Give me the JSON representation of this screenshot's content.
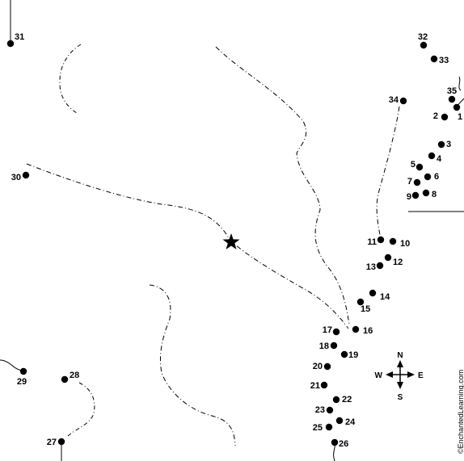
{
  "puzzle": {
    "points": [
      {
        "n": "1"
      },
      {
        "n": "2"
      },
      {
        "n": "3"
      },
      {
        "n": "4"
      },
      {
        "n": "5"
      },
      {
        "n": "6"
      },
      {
        "n": "7"
      },
      {
        "n": "8"
      },
      {
        "n": "9"
      },
      {
        "n": "10"
      },
      {
        "n": "11"
      },
      {
        "n": "12"
      },
      {
        "n": "13"
      },
      {
        "n": "14"
      },
      {
        "n": "15"
      },
      {
        "n": "16"
      },
      {
        "n": "17"
      },
      {
        "n": "18"
      },
      {
        "n": "19"
      },
      {
        "n": "20"
      },
      {
        "n": "21"
      },
      {
        "n": "22"
      },
      {
        "n": "23"
      },
      {
        "n": "24"
      },
      {
        "n": "25"
      },
      {
        "n": "26"
      },
      {
        "n": "27"
      },
      {
        "n": "28"
      },
      {
        "n": "29"
      },
      {
        "n": "30"
      },
      {
        "n": "31"
      },
      {
        "n": "32"
      },
      {
        "n": "33"
      },
      {
        "n": "34"
      },
      {
        "n": "35"
      }
    ]
  },
  "compass": {
    "north": "N",
    "south": "S",
    "east": "E",
    "west": "W"
  },
  "capital_marker": "star-icon",
  "credit": "©EnchantedLearning.com",
  "colors": {
    "ink": "#000000",
    "background": "#ffffff"
  }
}
